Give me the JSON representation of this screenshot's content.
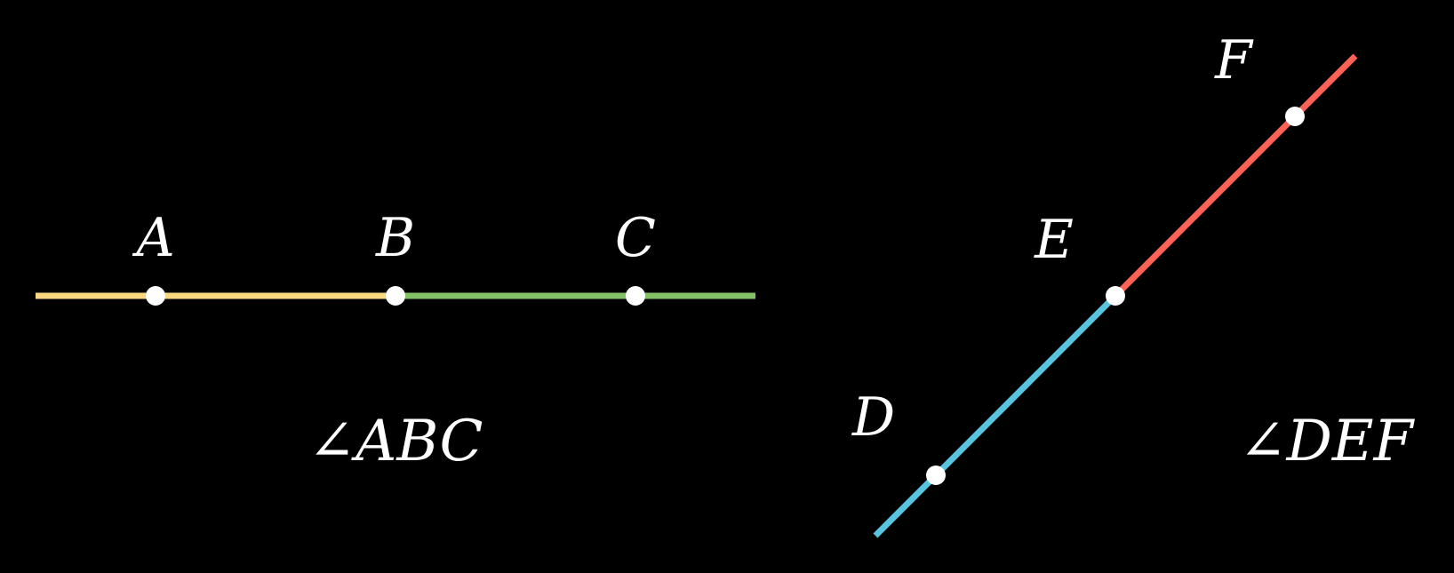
{
  "colors": {
    "background": "#000000",
    "ray_ba": "#f9d77e",
    "ray_bc": "#83c167",
    "ray_ed": "#58c4dd",
    "ray_ef": "#fc6255",
    "point": "#ffffff",
    "text": "#ffffff"
  },
  "angle_abc": {
    "caption": "∠ABC",
    "labels": {
      "a": "A",
      "b": "B",
      "c": "C"
    }
  },
  "angle_def": {
    "caption": "∠DEF",
    "labels": {
      "d": "D",
      "e": "E",
      "f": "F"
    }
  }
}
